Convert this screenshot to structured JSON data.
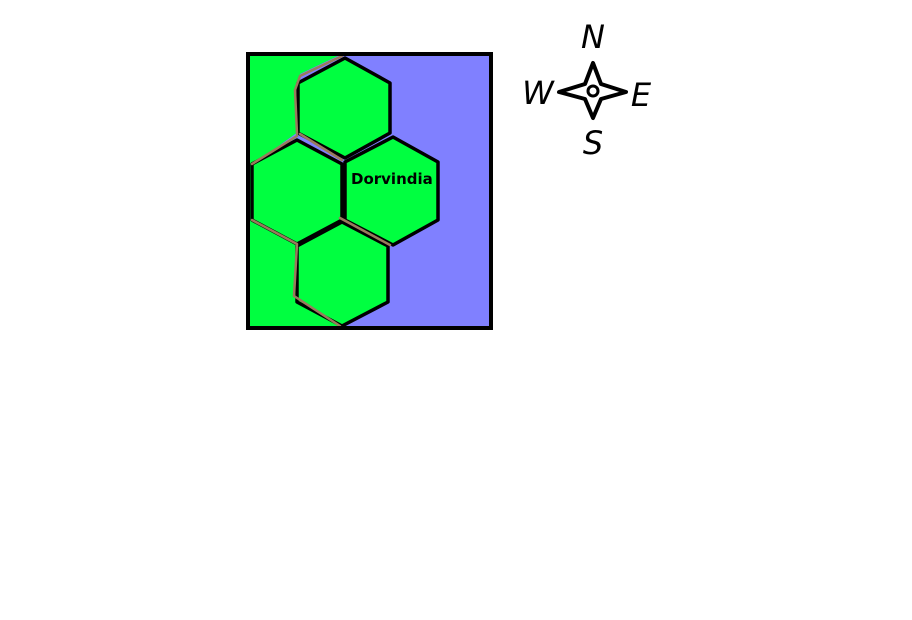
{
  "map": {
    "colors": {
      "land": "#00ff40",
      "water": "#8080ff",
      "border": "#000000",
      "hex_edge": "#9a7b5c"
    },
    "regions": [
      {
        "label": "Dorvindia"
      }
    ]
  },
  "compass": {
    "north": "N",
    "south": "S",
    "east": "E",
    "west": "W",
    "icon": "compass-rose-icon"
  }
}
